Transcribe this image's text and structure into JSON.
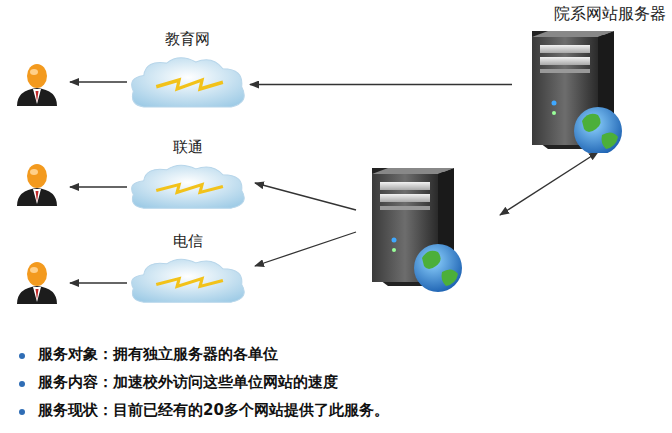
{
  "diagram": {
    "nodes": [
      {
        "text": [
          "院系网站服务器"
        ]
      },
      {
        "text": [
          "教育网"
        ]
      },
      {
        "text": [
          "联通"
        ]
      },
      {
        "text": [
          "电信"
        ]
      }
    ],
    "edges": [
      {
        "from": 0,
        "to": 1,
        "arrow": "to"
      }
    ],
    "labels": [
      "服务对象：拥有独立服务器的各单位",
      "服务内容：加速校外访问这些单位网站的速度",
      "服务现状：目前已经有的20多个网站提供了此服务。"
    ]
  }
}
